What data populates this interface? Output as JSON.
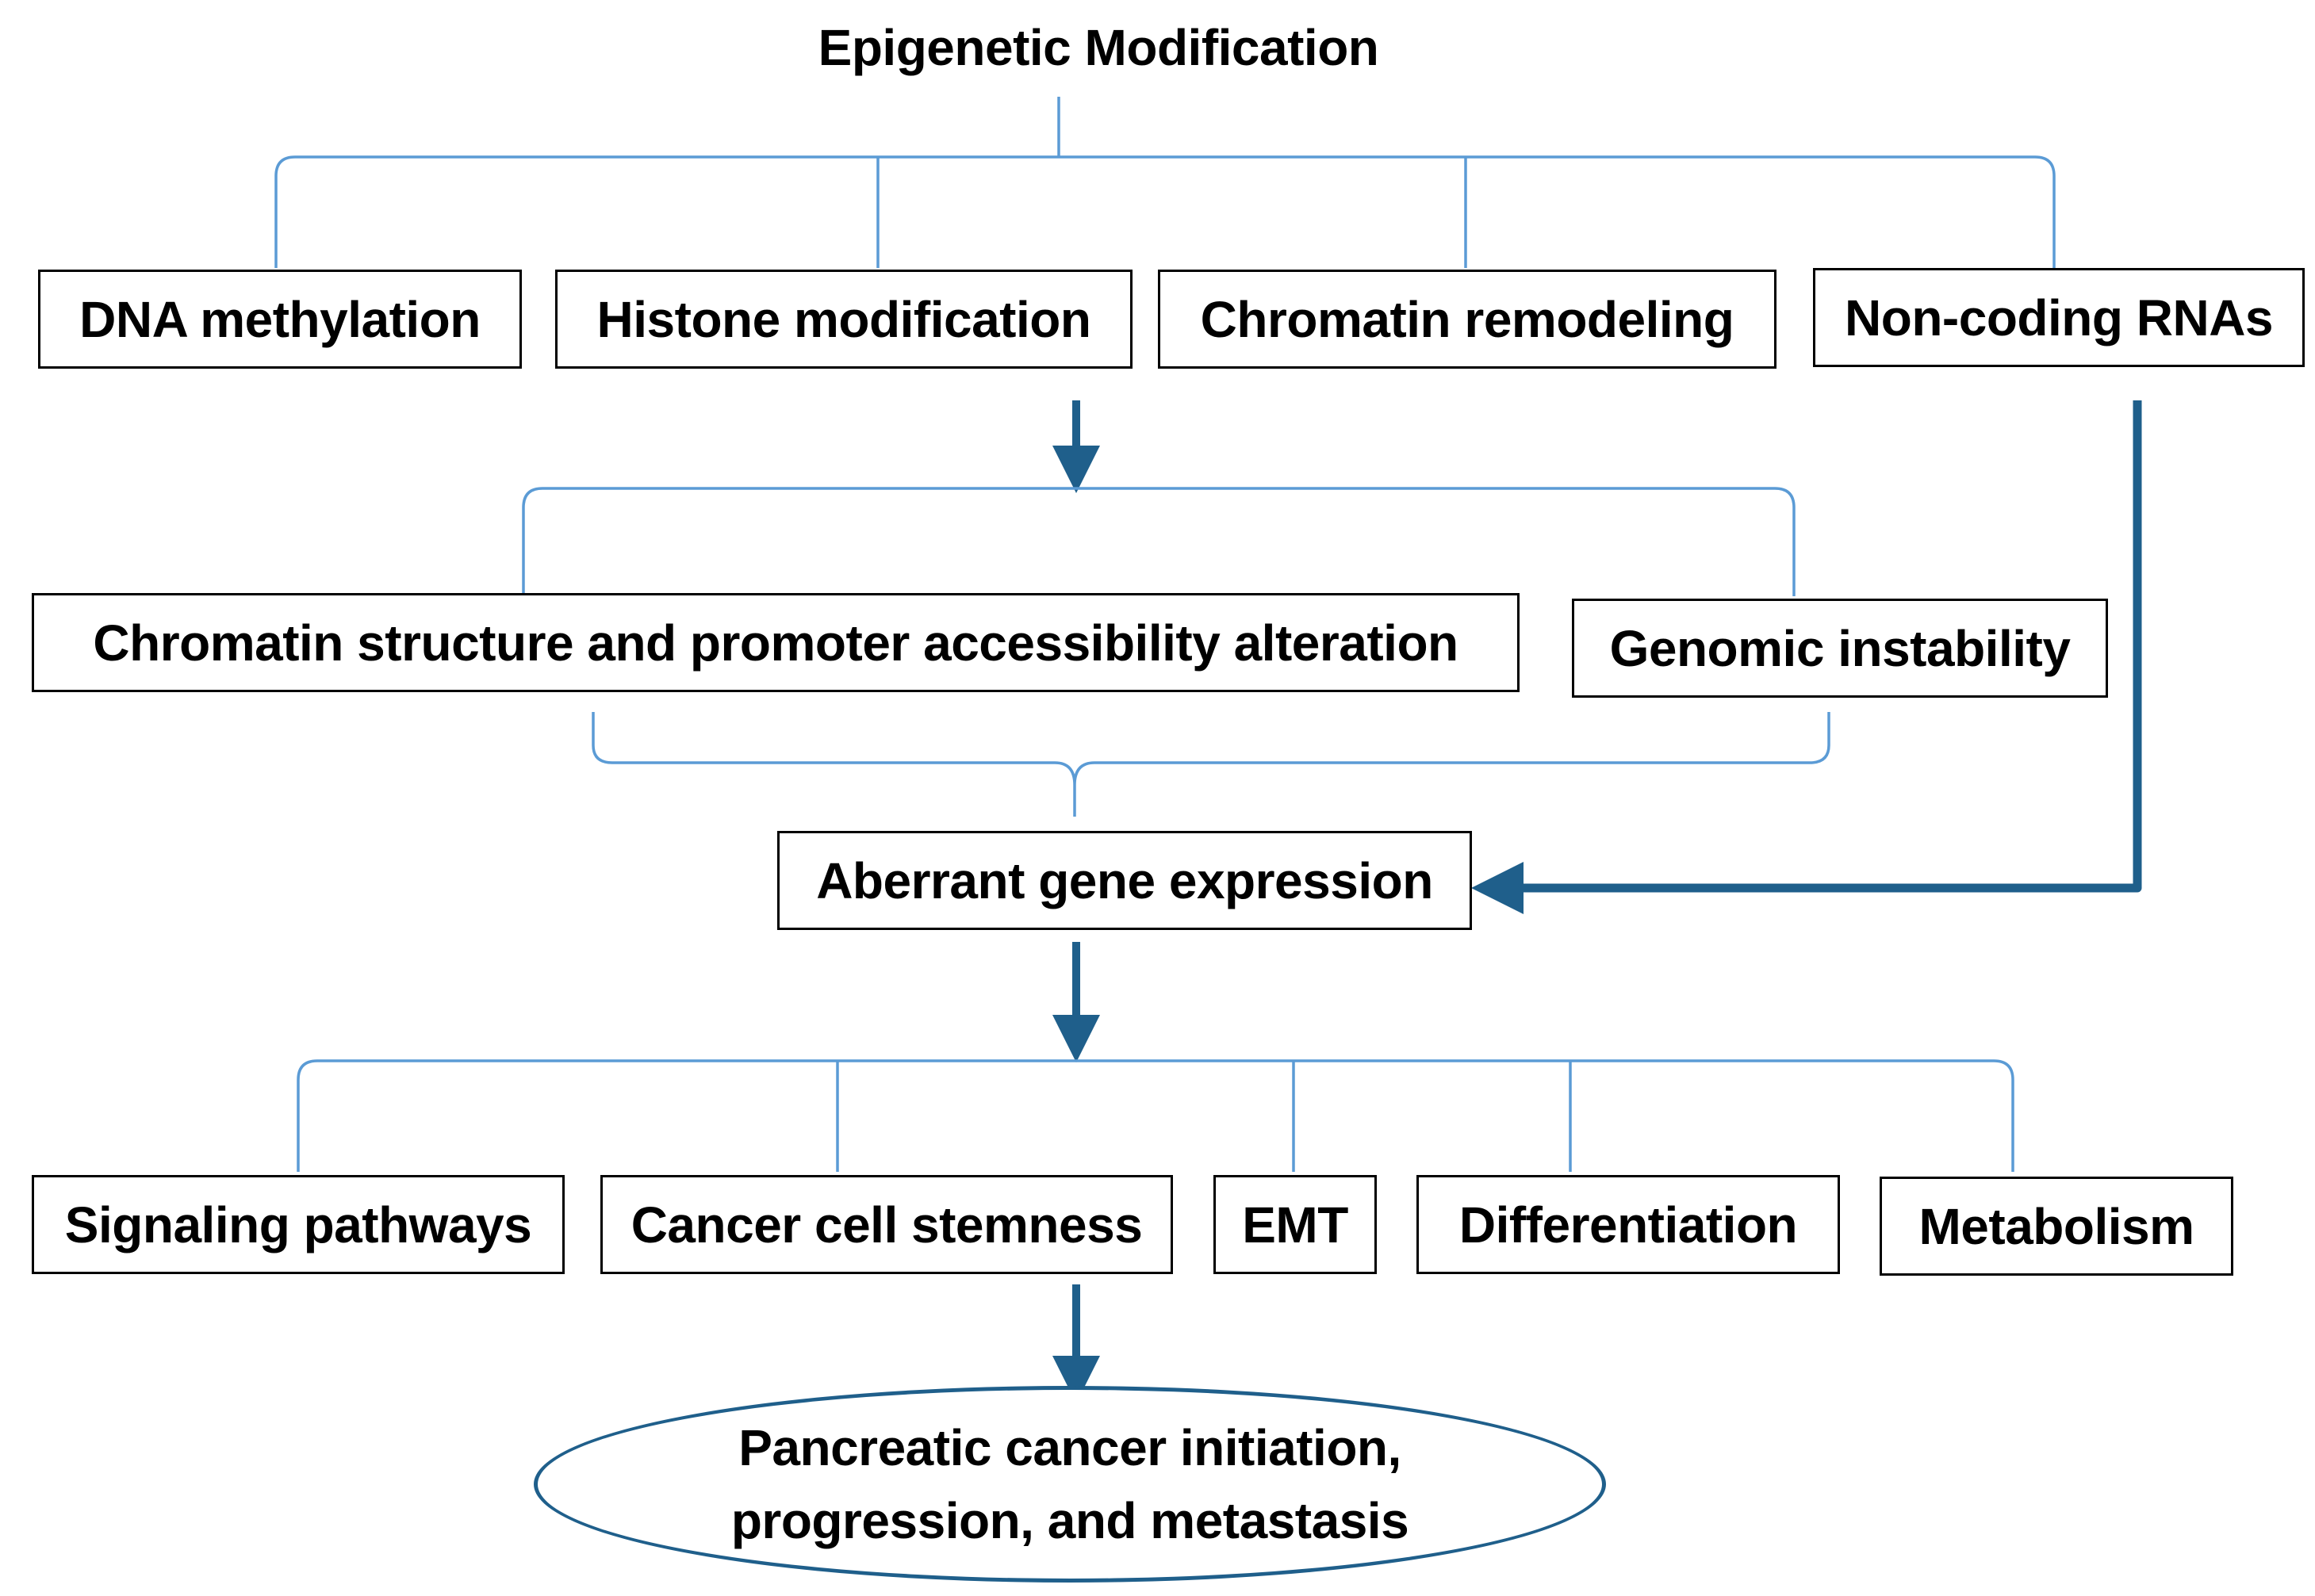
{
  "diagram": {
    "title": "Epigenetic Modification",
    "colors": {
      "bracket": "#5b9bd5",
      "arrow": "#1f5f8b",
      "box_border": "#000000"
    },
    "level1": {
      "dna_methylation": "DNA methylation",
      "histone_modification": "Histone modification",
      "chromatin_remodeling": "Chromatin remodeling",
      "non_coding_rnas": "Non-coding RNAs"
    },
    "level2": {
      "chromatin_structure": "Chromatin structure and promoter accessibility alteration",
      "genomic_instability": "Genomic instability"
    },
    "level3": {
      "aberrant_expression": "Aberrant gene expression"
    },
    "level4": {
      "signaling_pathways": "Signaling pathways",
      "cancer_cell_stemness": "Cancer cell stemness",
      "emt": "EMT",
      "differentiation": "Differentiation",
      "metabolism": "Metabolism"
    },
    "outcome": {
      "line1": "Pancreatic cancer initiation,",
      "line2": "progression, and metastasis"
    }
  }
}
